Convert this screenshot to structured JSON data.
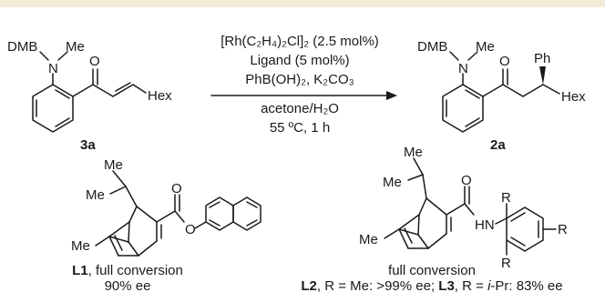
{
  "colors": {
    "top_band": "#f3ead8",
    "ink": "#1a1a1a",
    "background": "#ffffff"
  },
  "reaction": {
    "reactant": {
      "label": "3a",
      "dmb": "DMB",
      "n": "N",
      "me": "Me",
      "o": "O",
      "hex": "Hex"
    },
    "product": {
      "label": "2a",
      "dmb": "DMB",
      "n": "N",
      "me": "Me",
      "o": "O",
      "ph": "Ph",
      "hex": "Hex"
    },
    "conditions_above": [
      "[Rh(C₂H₄)₂Cl]₂ (2.5 mol%)",
      "Ligand (5 mol%)",
      "PhB(OH)₂, K₂CO₃"
    ],
    "conditions_below": [
      "acetone/H₂O",
      "55 ºC, 1 h"
    ]
  },
  "ligands": {
    "l1": {
      "me_top": "Me",
      "me_left": "Me",
      "me_bottom": "Me",
      "o_carbonyl": "O",
      "o_ester": "O",
      "caption_label": "L1",
      "caption_text": ", full conversion",
      "caption_ee": "90% ee"
    },
    "l23": {
      "me_top": "Me",
      "me_left": "Me",
      "me_bottom": "Me",
      "o_carbonyl": "O",
      "hn": "HN",
      "r_top": "R",
      "r_right": "R",
      "r_bottom": "R",
      "caption_conversion": "full conversion",
      "caption_l2": "L2",
      "caption_l2_text": ", R = Me: >99% ee; ",
      "caption_l3": "L3",
      "caption_l3_text": ", R = ",
      "caption_ipr_i": "i",
      "caption_ipr_rest": "-Pr: 83% ee"
    }
  }
}
